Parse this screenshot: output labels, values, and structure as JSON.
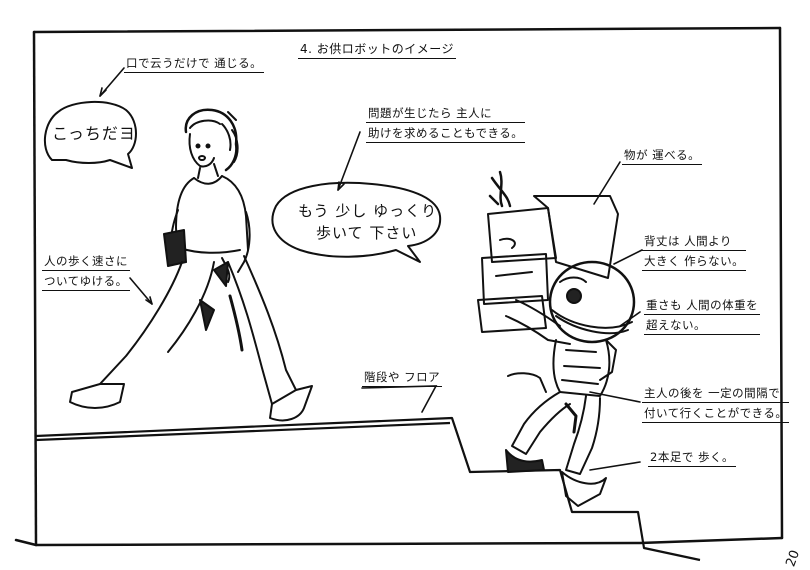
{
  "title": "4. お供ロボットのイメージ",
  "speech": {
    "person": "こっちだヨ",
    "robot_line1": "もう 少し ゆっくり",
    "robot_line2": "歩いて 下さい"
  },
  "notes": {
    "voice": "口で云うだけで 通じる。",
    "help_line1": "問題が生じたら 主人に",
    "help_line2": "助けを求めることもできる。",
    "speed_line1": "人の歩く速さに",
    "speed_line2": "ついてゆける。",
    "stairs": "階段や フロア",
    "carry": "物が 運べる。",
    "height_line1": "背丈は 人間より",
    "height_line2": "大きく 作らない。",
    "weight_line1": "重さも 人間の体重を",
    "weight_line2": "超えない。",
    "follow_line1": "主人の後を 一定の間隔で",
    "follow_line2": "付いて行くことができる。",
    "legs": "2本足で 歩く。"
  },
  "page_number": "20"
}
